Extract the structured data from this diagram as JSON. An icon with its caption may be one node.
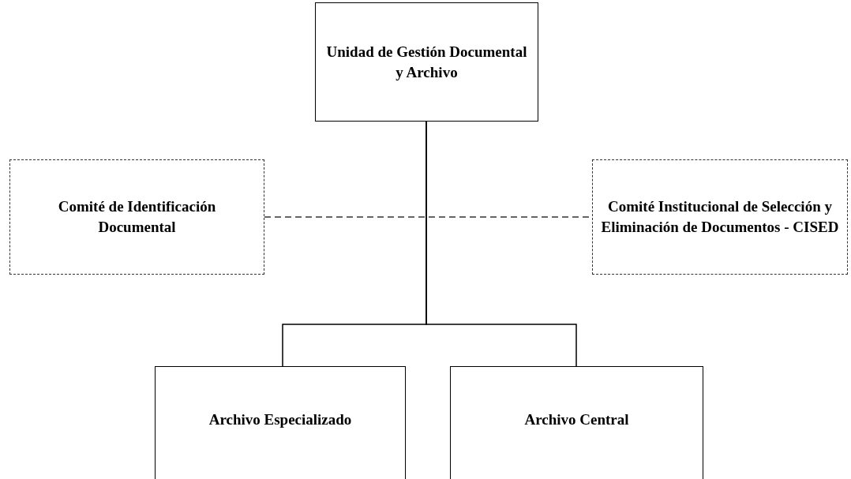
{
  "diagram": {
    "nodes": [
      {
        "text": [
          "Unidad de Gestión Documental y Archivo"
        ]
      },
      {
        "text": [
          "Comité de Identificación Documental"
        ]
      },
      {
        "text": [
          "Comité Institucional de Selección y Eliminación de Documentos - CISED"
        ]
      },
      {
        "text": [
          "Archivo Especializado"
        ]
      },
      {
        "text": [
          "Archivo Central"
        ]
      }
    ],
    "edges": [
      {
        "from": 0,
        "to": 3,
        "arrow": "none"
      },
      {
        "from": 0,
        "to": 4,
        "arrow": "none"
      },
      {
        "from": 1,
        "to": 2,
        "arrow": "none",
        "style": "dashed"
      }
    ]
  }
}
